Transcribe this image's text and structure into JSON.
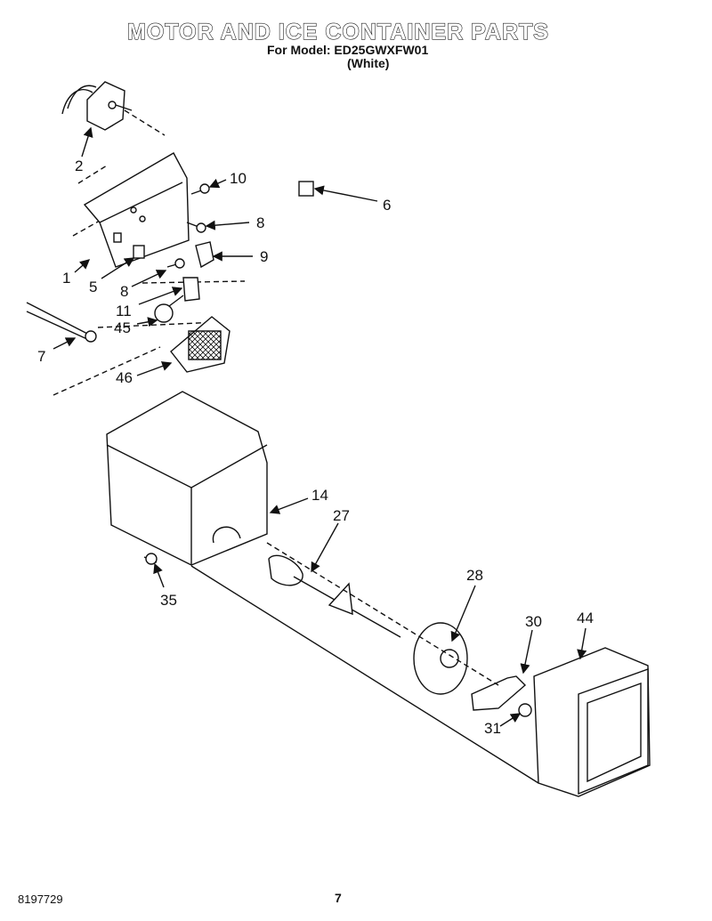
{
  "header": {
    "title": "MOTOR AND ICE CONTAINER PARTS",
    "model_line": "For Model: ED25GWXFW01",
    "color_line": "(White)"
  },
  "callouts": {
    "c1": "1",
    "c2": "2",
    "c5": "5",
    "c6": "6",
    "c7": "7",
    "c8a": "8",
    "c8b": "8",
    "c9": "9",
    "c10": "10",
    "c11": "11",
    "c14": "14",
    "c27": "27",
    "c28": "28",
    "c30": "30",
    "c31": "31",
    "c35": "35",
    "c44": "44",
    "c45": "45",
    "c46": "46"
  },
  "footer": {
    "doc_number": "8197729",
    "page_number": "7"
  },
  "colors": {
    "line": "#111111",
    "paper": "#ffffff",
    "shade": "#dddddd"
  }
}
